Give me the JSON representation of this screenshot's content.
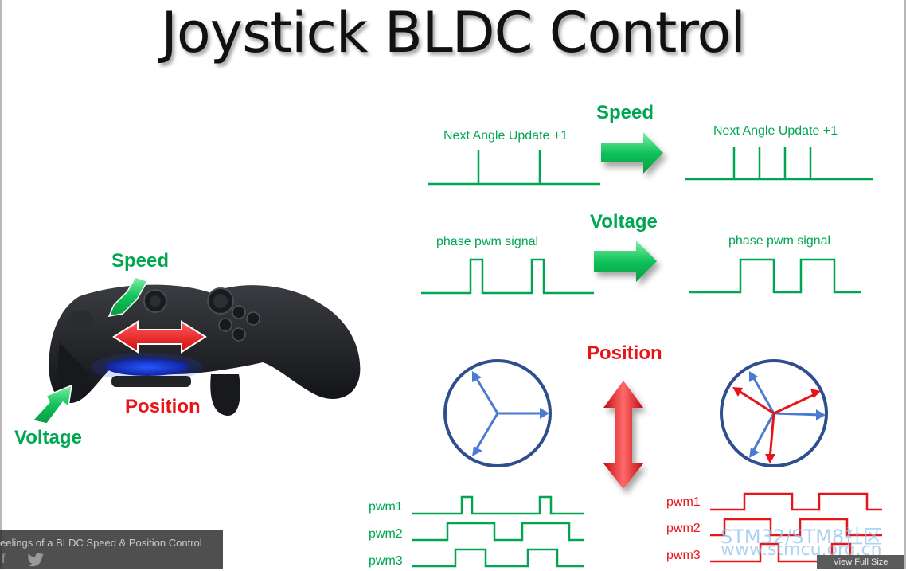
{
  "title": "Joystick BLDC Control",
  "labels": {
    "speed_top": "Speed",
    "voltage_top": "Voltage",
    "position_mid": "Position",
    "speed_pad": "Speed",
    "voltage_pad": "Voltage",
    "position_pad": "Position"
  },
  "signals": {
    "next_angle_left": "Next Angle Update +1",
    "next_angle_right": "Next Angle Update +1",
    "phase_pwm_left": "phase pwm signal",
    "phase_pwm_right": "phase pwm signal"
  },
  "pwm_left": [
    "pwm1",
    "pwm2",
    "pwm3"
  ],
  "pwm_right": [
    "pwm1",
    "pwm2",
    "pwm3"
  ],
  "caption": "eelings of a BLDC Speed & Position Control",
  "view_full": "View Full Size",
  "watermark": {
    "line1": "STM32/STM8社区",
    "line2": "www.stmcu.org.cn"
  },
  "colors": {
    "green": "#00a651",
    "red": "#e8141a",
    "blue": "#4a7bd0",
    "navy": "#2e4e8f"
  },
  "icons": {
    "facebook": "facebook-icon",
    "twitter": "twitter-icon"
  }
}
